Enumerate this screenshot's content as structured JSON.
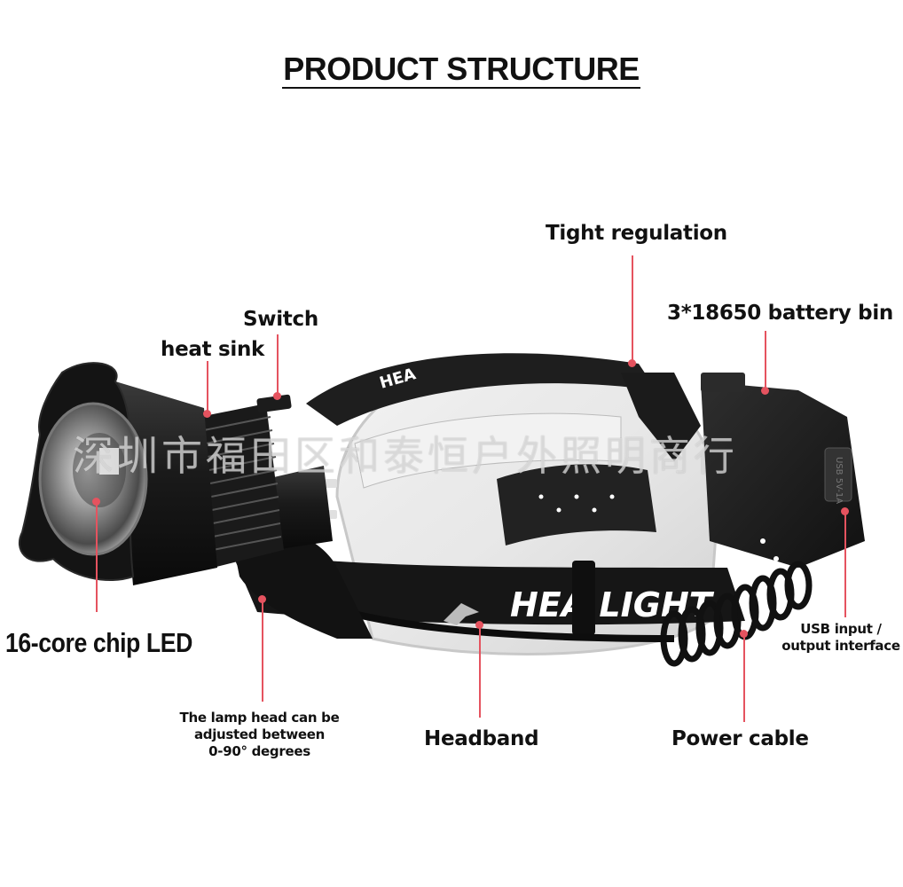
{
  "header": {
    "title": "PRODUCT STRUCTURE"
  },
  "watermark": {
    "text": "深圳市福田区和泰恒户外照明商行"
  },
  "product": {
    "band_text": "HEADLIGHT",
    "usb_port_text": "USB 5V-1A"
  },
  "callouts": [
    {
      "id": "tight-regulation",
      "label": "Tight regulation"
    },
    {
      "id": "battery-bin",
      "label": "3*18650 battery bin"
    },
    {
      "id": "switch",
      "label": "Switch"
    },
    {
      "id": "heat-sink",
      "label": "heat sink"
    },
    {
      "id": "led",
      "label": "16-core chip LED"
    },
    {
      "id": "usb",
      "label_line1": "USB input /",
      "label_line2": "output interface"
    },
    {
      "id": "lamp-head",
      "label_line1": "The lamp head can be",
      "label_line2": "adjusted between",
      "label_line3": "0-90°   degrees"
    },
    {
      "id": "headband",
      "label": "Headband"
    },
    {
      "id": "power-cable",
      "label": "Power cable"
    }
  ],
  "colors": {
    "callout_line": "#e5535f",
    "text": "#111111",
    "background": "#ffffff"
  }
}
